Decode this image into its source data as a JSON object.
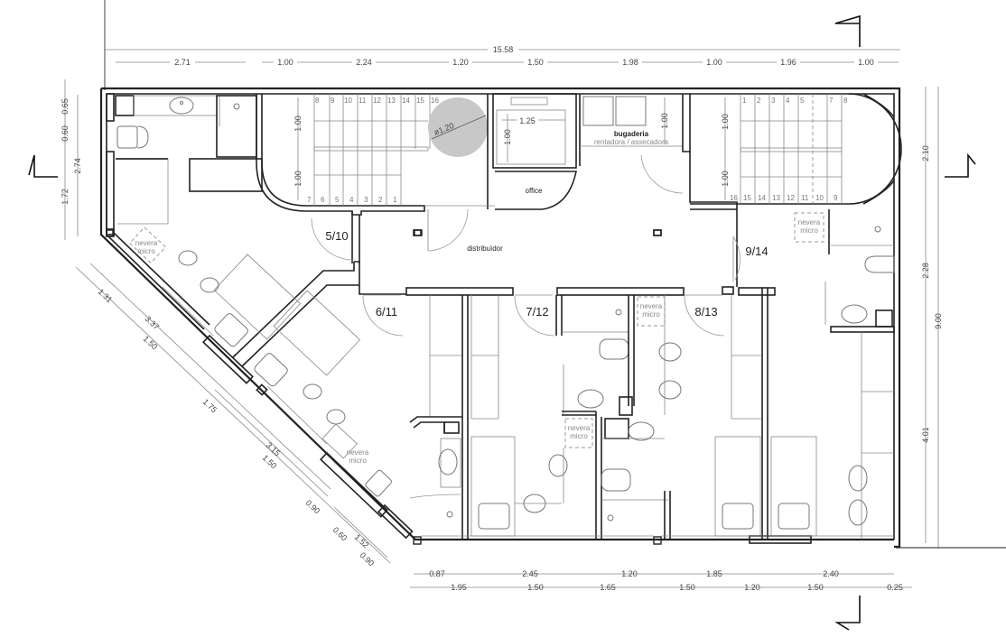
{
  "plan": {
    "overall_width": "15.58",
    "overall_height": "9.00"
  },
  "dims_top": [
    "2.71",
    "1.00",
    "2.24",
    "1.20",
    "1.50",
    "1.98",
    "1.00",
    "1.96",
    "1.00"
  ],
  "dims_left": [
    "0.65",
    "0.60",
    "1.72",
    "2.74"
  ],
  "dims_right": [
    "2.10",
    "2.28",
    "4.01",
    "9.00"
  ],
  "dims_bottom_row1": [
    "0.87",
    "2.45",
    "1.20",
    "1.85",
    "2.40"
  ],
  "dims_bottom_row2": [
    "1.95",
    "1.50",
    "1.65",
    "1.50",
    "1.20",
    "1.50",
    "0.25"
  ],
  "dims_diagonal_outer": [
    "1.31",
    "1.50",
    "1.75",
    "1.50",
    "0.90",
    "0.60",
    "0.90"
  ],
  "dims_diagonal_inner": [
    "3.37",
    "3.15",
    "1.52"
  ],
  "stairs_left": {
    "top_numbers": [
      "8",
      "9",
      "10",
      "11",
      "12",
      "13",
      "14",
      "15",
      "16"
    ],
    "bottom_numbers": [
      "7",
      "6",
      "5",
      "4",
      "3",
      "2",
      "1"
    ],
    "dim_upper": "1.00",
    "dim_lower": "1.00"
  },
  "stairs_right": {
    "top_numbers": [
      "1",
      "2",
      "3",
      "4",
      "5",
      "7",
      "8"
    ],
    "bottom_numbers": [
      "16",
      "15",
      "14",
      "13",
      "12",
      "11",
      "10",
      "9"
    ],
    "dim_upper": "1.00",
    "dim_lower": "1.00"
  },
  "turning_circle": "ø1.20",
  "lift": {
    "width": "1.25",
    "depth": "1.00"
  },
  "laundry": {
    "name": "bugaderia",
    "sub": "rentadora / assecadora",
    "dim": "1.00"
  },
  "rooms": {
    "office": "office",
    "corridor": "distribuïdor",
    "r5": "5/10",
    "r6": "6/11",
    "r7": "7/12",
    "r8": "8/13",
    "r9": "9/14"
  },
  "fridge_label": [
    "nevera",
    "micro"
  ]
}
